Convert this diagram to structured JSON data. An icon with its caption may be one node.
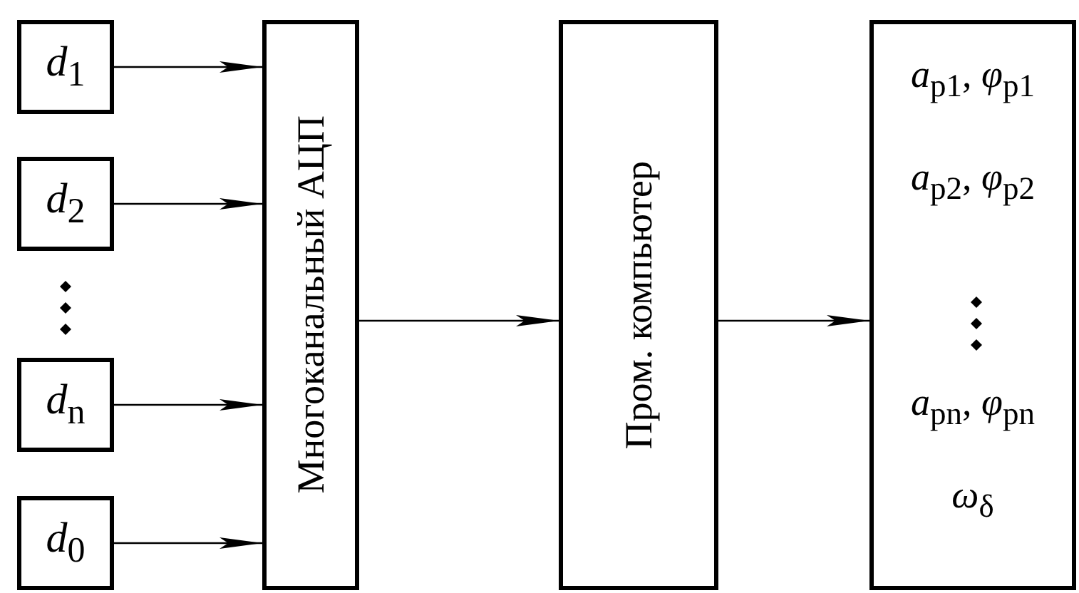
{
  "diagram": {
    "nodes": [
      {
        "text": [
          "*d*$_{1}$"
        ]
      },
      {
        "text": [
          "*d*$_{2}$"
        ]
      },
      {
        "text": [
          "*d*$_{n}$"
        ]
      },
      {
        "text": [
          "*d*$_{0}$"
        ]
      },
      {
        "text": [
          "Многоканальный АЦП"
        ]
      },
      {
        "text": [
          "Пром. компьютер"
        ]
      },
      {
        "text": [
          "*a*$_{р1}$, *φ*$_{р1}$",
          "*a*$_{р2}$, *φ*$_{р2}$",
          "*a*$_{рn}$, *φ*$_{рn}$",
          "*ω*$_{δ}$"
        ]
      }
    ],
    "edges": [
      {
        "from": 0,
        "to": 4,
        "arrow": "to"
      },
      {
        "from": 1,
        "to": 4,
        "arrow": "to"
      },
      {
        "from": 2,
        "to": 4,
        "arrow": "to"
      },
      {
        "from": 3,
        "to": 4,
        "arrow": "to"
      },
      {
        "from": 4,
        "to": 5,
        "arrow": "to"
      },
      {
        "from": 5,
        "to": 6,
        "arrow": "to"
      }
    ]
  }
}
